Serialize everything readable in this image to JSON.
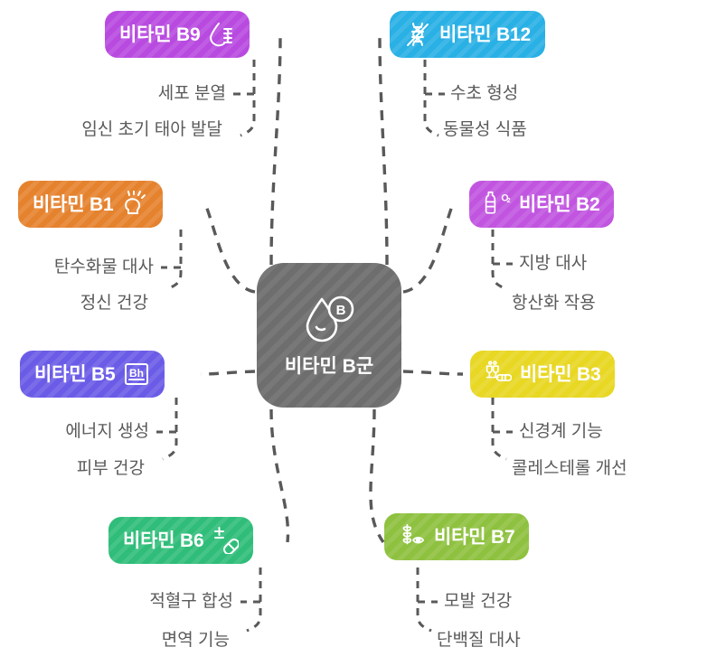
{
  "center": {
    "label": "비타민 B군",
    "icon": "droplet-b-icon",
    "color": "#6e6e6e"
  },
  "branches": [
    {
      "id": "b9",
      "label": "비타민 B9",
      "icon": "droplet-dna-icon",
      "color": "#b84ae0",
      "side": "left",
      "children": [
        "세포 분열",
        "임신 초기 태아 발달"
      ]
    },
    {
      "id": "b12",
      "label": "비타민 B12",
      "icon": "dna-helix-icon",
      "color": "#29b0e5",
      "side": "right",
      "children": [
        "수초 형성",
        "동물성 식품"
      ]
    },
    {
      "id": "b1",
      "label": "비타민 B1",
      "icon": "brain-rays-icon",
      "color": "#e5822e",
      "side": "left",
      "children": [
        "탄수화물 대사",
        "정신 건강"
      ]
    },
    {
      "id": "b2",
      "label": "비타민 B2",
      "icon": "oxygen-bottle-icon",
      "color": "#c155e0",
      "side": "right",
      "children": [
        "지방 대사",
        "항산화 작용"
      ]
    },
    {
      "id": "b5",
      "label": "비타민 B5",
      "icon": "bh-box-icon",
      "color": "#6b5ce7",
      "side": "left",
      "children": [
        "에너지 생성",
        "피부 건강"
      ]
    },
    {
      "id": "b3",
      "label": "비타민 B3",
      "icon": "glass-bread-icon",
      "color": "#e8d723",
      "side": "right",
      "children": [
        "신경계 기능",
        "콜레스테롤 개선"
      ]
    },
    {
      "id": "b6",
      "label": "비타민 B6",
      "icon": "capsule-plus-icon",
      "color": "#2fbd79",
      "side": "left",
      "children": [
        "적혈구 합성",
        "면역 기능"
      ]
    },
    {
      "id": "b7",
      "label": "비타민 B7",
      "icon": "wheat-eye-icon",
      "color": "#8ec13f",
      "side": "right",
      "children": [
        "모발 건강",
        "단백질 대사"
      ]
    }
  ],
  "style": {
    "connector_color": "#595959",
    "sub_text_color": "#5a5a5a",
    "background": "#ffffff"
  }
}
